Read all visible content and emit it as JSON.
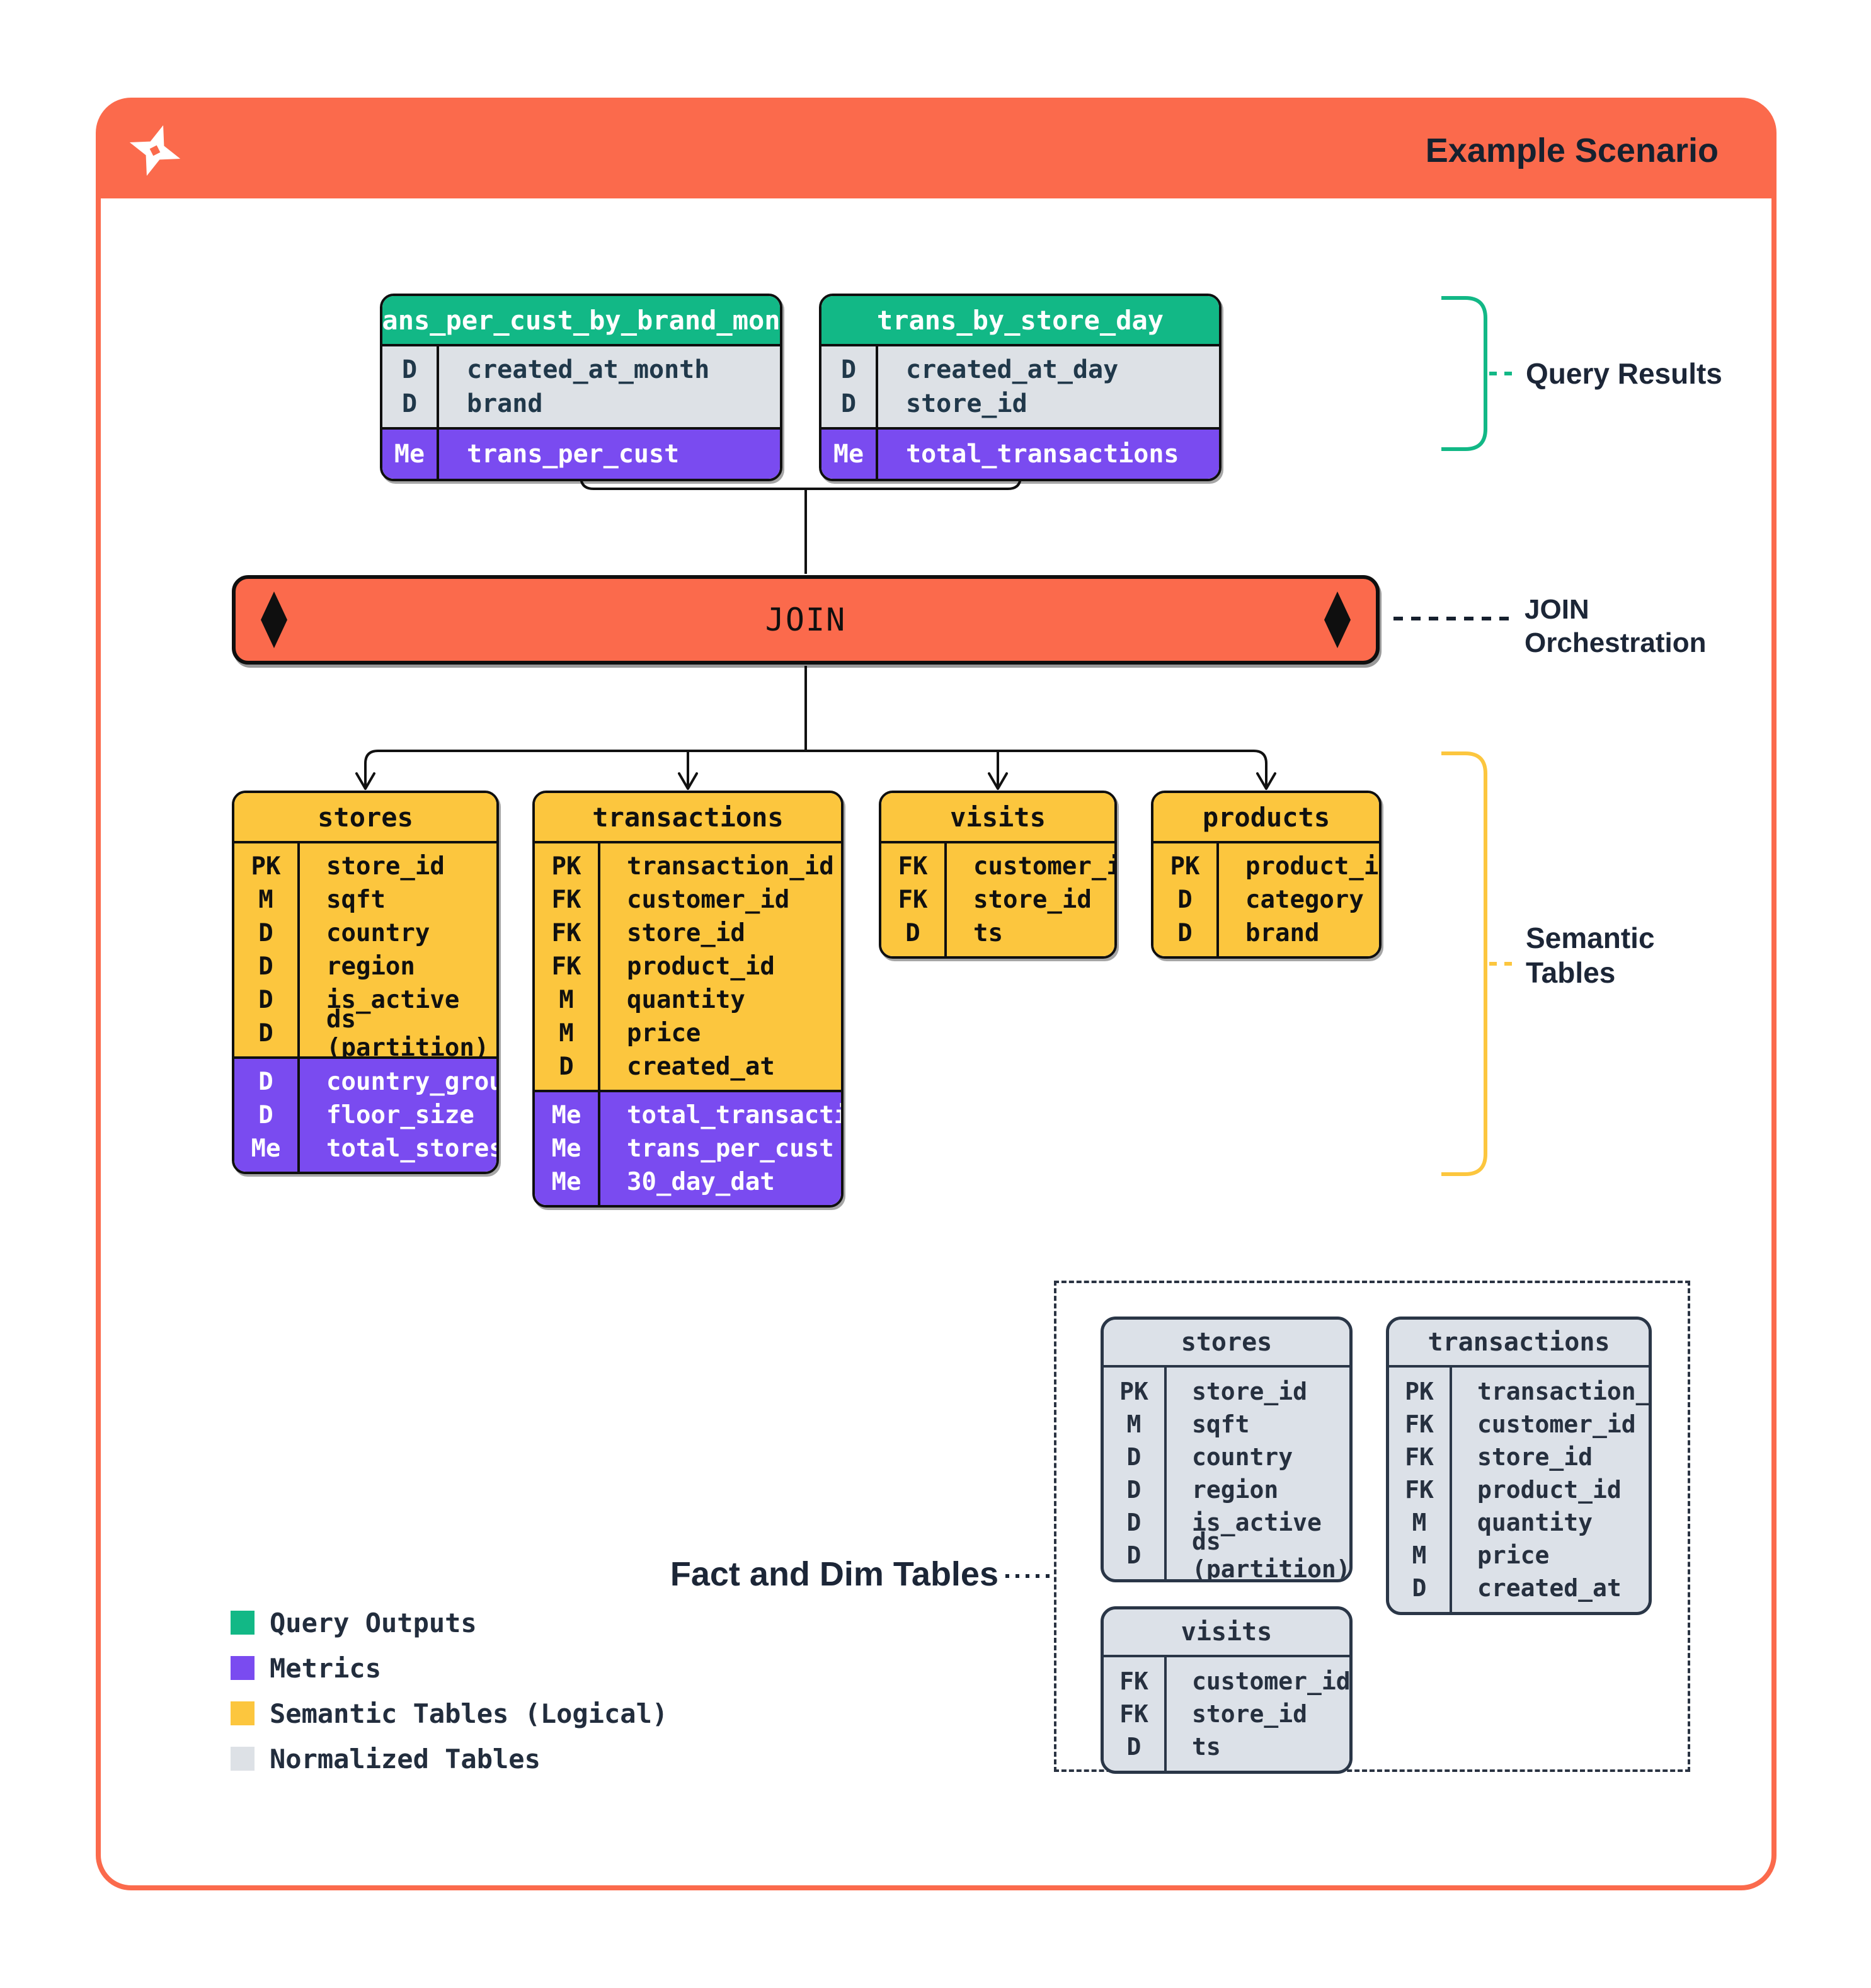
{
  "header": {
    "title": "Example Scenario",
    "logo": "pinwheel-star-logo"
  },
  "join_bar": {
    "label": "JOIN"
  },
  "side_labels": {
    "query_results": "Query Results",
    "join_orchestration_line1": "JOIN",
    "join_orchestration_line2": "Orchestration",
    "semantic_line1": "Semantic",
    "semantic_line2": "Tables",
    "fact_and_dim": "Fact and Dim Tables"
  },
  "query_tables": [
    {
      "title": "trans_per_cust_by_brand_month",
      "dims": [
        {
          "k": "D",
          "f": "created_at_month"
        },
        {
          "k": "D",
          "f": "brand"
        }
      ],
      "metrics": [
        {
          "k": "Me",
          "f": "trans_per_cust"
        }
      ]
    },
    {
      "title": "trans_by_store_day",
      "dims": [
        {
          "k": "D",
          "f": "created_at_day"
        },
        {
          "k": "D",
          "f": "store_id"
        }
      ],
      "metrics": [
        {
          "k": "Me",
          "f": "total_transactions"
        }
      ]
    }
  ],
  "semantic_tables": [
    {
      "title": "stores",
      "dims": [
        {
          "k": "PK",
          "f": "store_id"
        },
        {
          "k": "M",
          "f": "sqft"
        },
        {
          "k": "D",
          "f": "country"
        },
        {
          "k": "D",
          "f": "region"
        },
        {
          "k": "D",
          "f": "is_active"
        },
        {
          "k": "D",
          "f": "ds (partition)"
        }
      ],
      "metrics": [
        {
          "k": "D",
          "f": "country_group"
        },
        {
          "k": "D",
          "f": "floor_size"
        },
        {
          "k": "Me",
          "f": "total_stores"
        }
      ]
    },
    {
      "title": "transactions",
      "dims": [
        {
          "k": "PK",
          "f": "transaction_id"
        },
        {
          "k": "FK",
          "f": "customer_id"
        },
        {
          "k": "FK",
          "f": "store_id"
        },
        {
          "k": "FK",
          "f": "product_id"
        },
        {
          "k": "M",
          "f": "quantity"
        },
        {
          "k": "M",
          "f": "price"
        },
        {
          "k": "D",
          "f": "created_at"
        }
      ],
      "metrics": [
        {
          "k": "Me",
          "f": "total_transactions"
        },
        {
          "k": "Me",
          "f": "trans_per_cust"
        },
        {
          "k": "Me",
          "f": "30_day_dat"
        }
      ]
    },
    {
      "title": "visits",
      "dims": [
        {
          "k": "FK",
          "f": "customer_id"
        },
        {
          "k": "FK",
          "f": "store_id"
        },
        {
          "k": "D",
          "f": "ts"
        }
      ],
      "metrics": []
    },
    {
      "title": "products",
      "dims": [
        {
          "k": "PK",
          "f": "product_id"
        },
        {
          "k": "D",
          "f": "category"
        },
        {
          "k": "D",
          "f": "brand"
        }
      ],
      "metrics": []
    }
  ],
  "normalized_tables": [
    {
      "title": "stores",
      "dims": [
        {
          "k": "PK",
          "f": "store_id"
        },
        {
          "k": "M",
          "f": "sqft"
        },
        {
          "k": "D",
          "f": "country"
        },
        {
          "k": "D",
          "f": "region"
        },
        {
          "k": "D",
          "f": "is_active"
        },
        {
          "k": "D",
          "f": "ds (partition)"
        }
      ]
    },
    {
      "title": "transactions",
      "dims": [
        {
          "k": "PK",
          "f": "transaction_id"
        },
        {
          "k": "FK",
          "f": "customer_id"
        },
        {
          "k": "FK",
          "f": "store_id"
        },
        {
          "k": "FK",
          "f": "product_id"
        },
        {
          "k": "M",
          "f": "quantity"
        },
        {
          "k": "M",
          "f": "price"
        },
        {
          "k": "D",
          "f": "created_at"
        }
      ]
    },
    {
      "title": "visits",
      "dims": [
        {
          "k": "FK",
          "f": "customer_id"
        },
        {
          "k": "FK",
          "f": "store_id"
        },
        {
          "k": "D",
          "f": "ts"
        }
      ]
    }
  ],
  "legend": [
    {
      "color": "#12B886",
      "label": "Query Outputs"
    },
    {
      "color": "#7A4BF0",
      "label": "Metrics"
    },
    {
      "color": "#FCC63E",
      "label": "Semantic Tables (Logical)"
    },
    {
      "color": "#DDE1E6",
      "label": "Normalized Tables"
    }
  ],
  "colors": {
    "accent_orange": "#FB6A4C",
    "query_green": "#12B886",
    "metric_purple": "#7A4BF0",
    "semantic_yellow": "#FCC63E",
    "normalized_gray": "#DDE1E6",
    "dark_navy_text": "#1C2637",
    "table_border_black": "#0F0F0F"
  }
}
